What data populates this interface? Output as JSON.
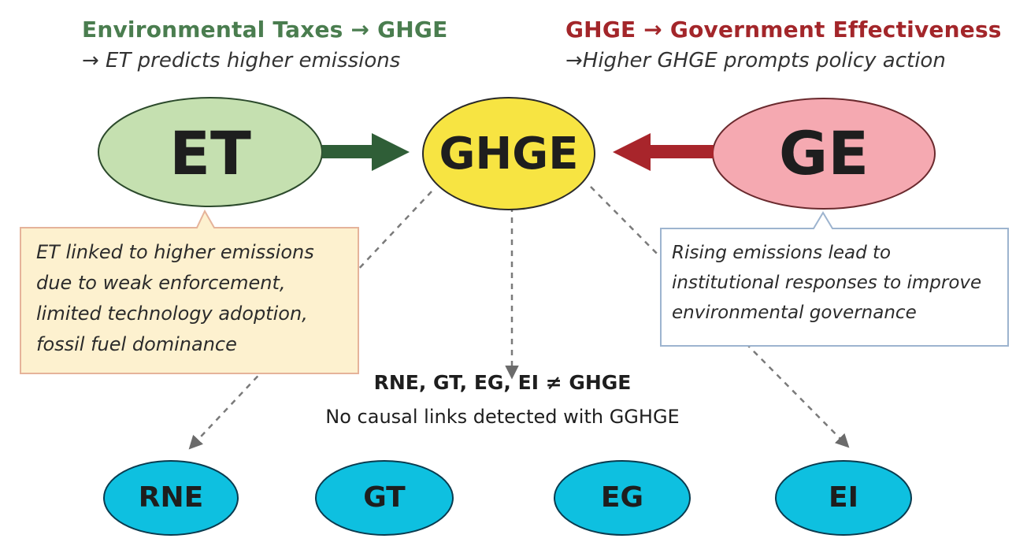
{
  "headings": {
    "left_title": "Environmental Taxes → GHGE",
    "left_subtitle": "→ ET predicts higher emissions",
    "right_title": "GHGE → Government Effectiveness",
    "right_subtitle": "→Higher GHGE prompts policy action"
  },
  "nodes": {
    "et": "ET",
    "ghge": "GHGE",
    "ge": "GE",
    "rne": "RNE",
    "gt": "GT",
    "eg": "EG",
    "ei": "EI"
  },
  "callouts": {
    "left_lines": [
      "ET linked to higher emissions",
      "due to weak enforcement,",
      "limited technology adoption,",
      "fossil fuel dominance"
    ],
    "right_lines": [
      "Rising emissions lead to",
      "institutional responses to improve",
      "environmental governance"
    ]
  },
  "center_note": {
    "title": "RNE, GT, EG, EI ≠ GHGE",
    "subtitle": "No causal links detected with GGHGE"
  },
  "colors": {
    "left_heading": "#4a7d4f",
    "right_heading": "#a3262a",
    "et_fill": "#c5e0b0",
    "ghge_fill": "#f7e442",
    "ge_fill": "#f5a9b1",
    "bottom_fill": "#0ec0e0",
    "green_arrow": "#2f5e37",
    "red_arrow": "#a8252b",
    "left_callout_fill": "#fdf1cf",
    "left_callout_border": "#e5b39a",
    "right_callout_fill": "#ffffff",
    "right_callout_border": "#9db4cf"
  }
}
